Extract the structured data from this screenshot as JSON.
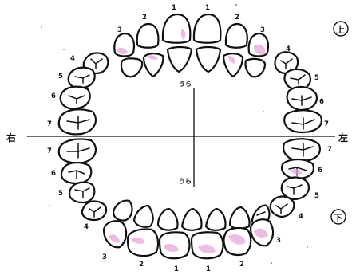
{
  "labels": {
    "upper": "上",
    "lower": "下",
    "right": "右",
    "left": "左",
    "inner_top": "うら",
    "inner_bottom": "うら"
  },
  "colors": {
    "outline": "#111111",
    "highlight": "#e7a6d8",
    "background": "#ffffff"
  },
  "teeth": {
    "upper": [
      "1",
      "2",
      "3",
      "4",
      "5",
      "6",
      "7"
    ],
    "lower": [
      "1",
      "2",
      "3",
      "4",
      "5",
      "6",
      "7"
    ]
  }
}
